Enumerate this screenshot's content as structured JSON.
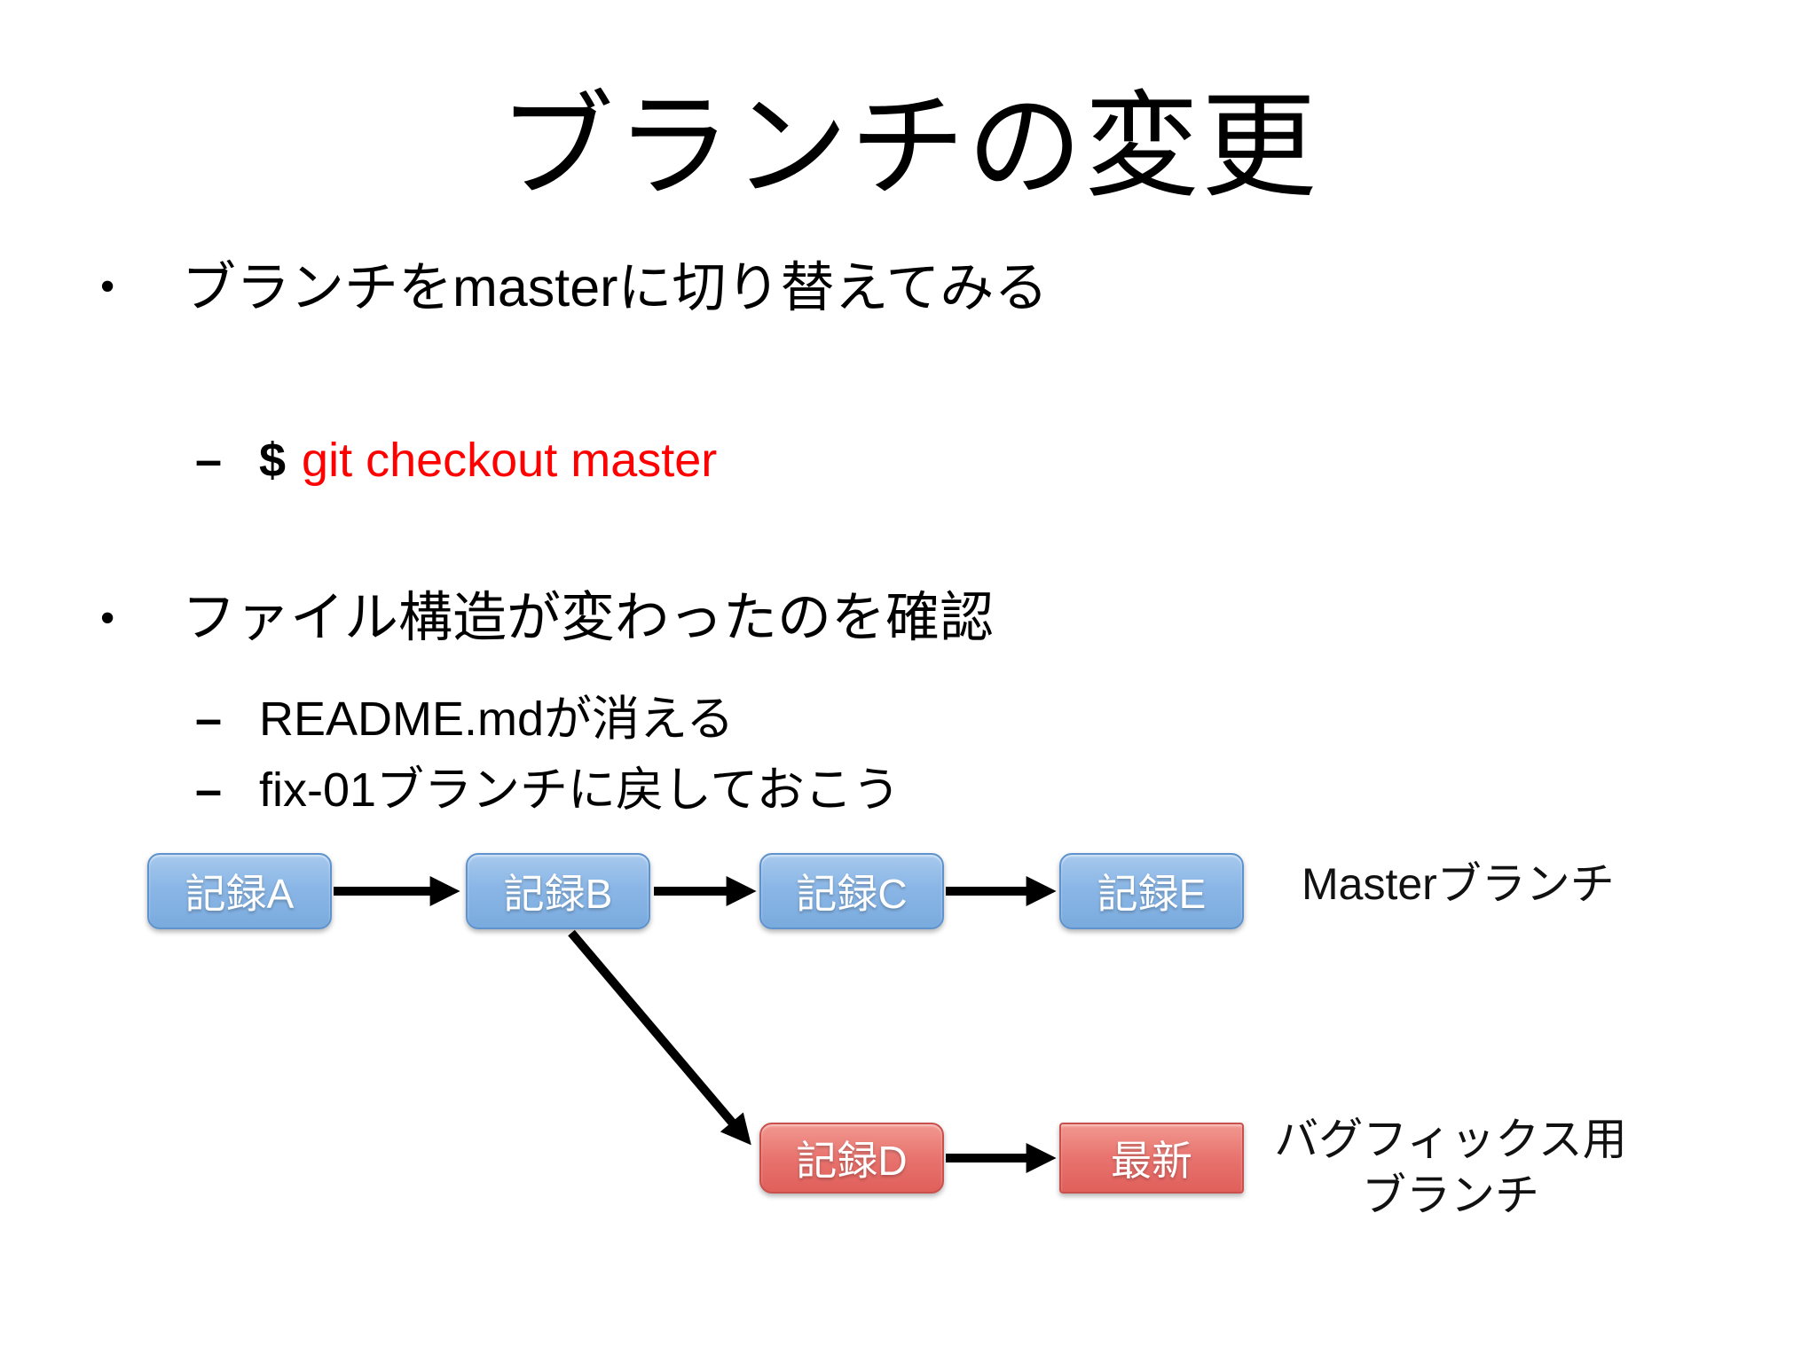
{
  "slide": {
    "title": "ブランチの変更",
    "bullet1": {
      "marker": "•",
      "seg_jp1": "ブランチを",
      "seg_latin": "master",
      "seg_jp2": "に切り替えてみる"
    },
    "command_line": {
      "marker": "–",
      "prompt": "$",
      "command": "git checkout master"
    },
    "bullet2": {
      "marker": "•",
      "text": "ファイル構造が変わったのを確認"
    },
    "sub_readme": {
      "marker": "–",
      "seg_latin": "README.md",
      "seg_jp": "が消える"
    },
    "sub_fix": {
      "marker": "–",
      "seg_latin": "fix-01",
      "seg_jp": "ブランチに戻しておこう"
    }
  },
  "diagram": {
    "nodes": {
      "a": "記録A",
      "b": "記録B",
      "c": "記録C",
      "e": "記録E",
      "d": "記録D",
      "latest": "最新"
    },
    "labels": {
      "master_branch": "Masterブランチ",
      "bugfix_line1": "バグフィックス用",
      "bugfix_line2": "ブランチ"
    }
  },
  "colors": {
    "background": "#FFFFFF",
    "text": "#000000",
    "command_red": "#FF0000",
    "node_blue_top": "#A7C9ED",
    "node_blue_bottom": "#7AABDE",
    "node_blue_border": "#5E93CE",
    "node_red_top": "#F19890",
    "node_red_bottom": "#E05F5B",
    "node_red_border": "#C9504D",
    "arrow": "#000000"
  }
}
